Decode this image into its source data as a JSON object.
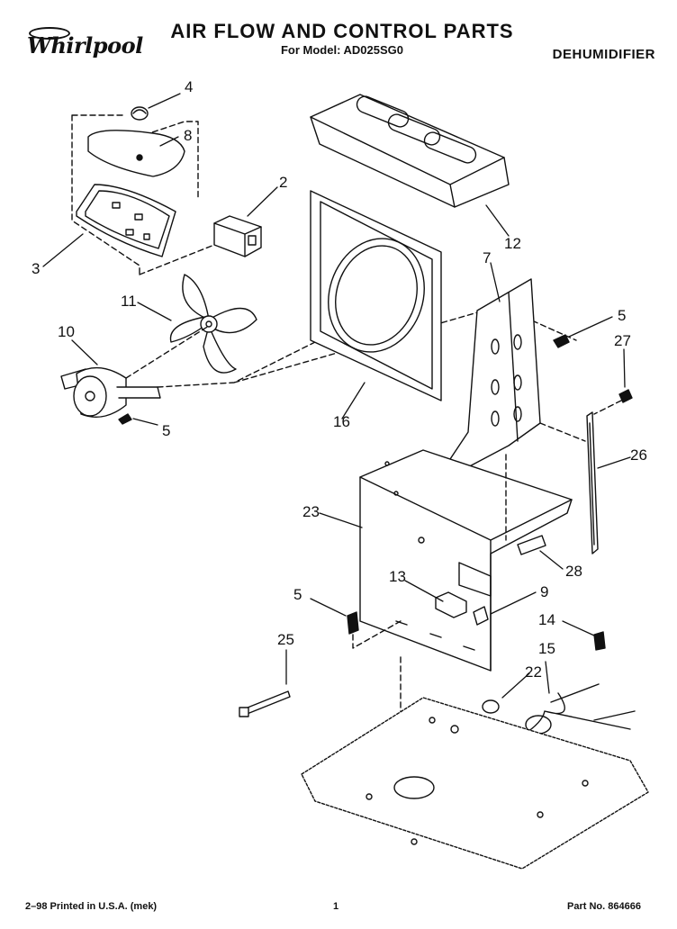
{
  "header": {
    "brand": "Whirlpool",
    "title": "AIR FLOW AND CONTROL PARTS",
    "model_line": "For Model: AD025SG0",
    "product": "DEHUMIDIFIER"
  },
  "callouts": {
    "c4": "4",
    "c8": "8",
    "c2": "2",
    "c3": "3",
    "c11": "11",
    "c10": "10",
    "c5a": "5",
    "c12": "12",
    "c7": "7",
    "c5b": "5",
    "c27": "27",
    "c16": "16",
    "c26": "26",
    "c23": "23",
    "c28": "28",
    "c13": "13",
    "c9": "9",
    "c5c": "5",
    "c14": "14",
    "c25": "25",
    "c15": "15",
    "c22": "22"
  },
  "footer": {
    "print_info": "2–98 Printed in U.S.A. (mek)",
    "page_number": "1",
    "part_no": "Part No. 864666"
  }
}
